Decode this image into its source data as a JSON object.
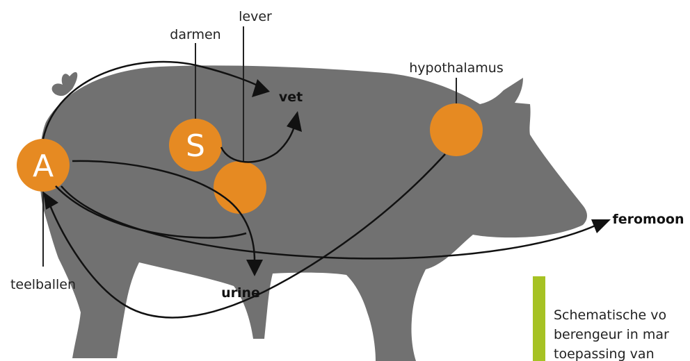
{
  "colors": {
    "pig": "#717171",
    "organ": "#e68a22",
    "arrow": "#111111",
    "accent_bar": "#a6c223",
    "text": "#222222"
  },
  "labels": {
    "darmen": "darmen",
    "lever": "lever",
    "hypothalamus": "hypothalamus",
    "teelballen": "teelballen",
    "vet": "vet",
    "urine": "urine",
    "feromoon": "feromoon"
  },
  "organs": {
    "A": "A",
    "S": "S"
  },
  "caption": {
    "text": "Schematische vo\nberengeur in mar\ntoepassing van"
  },
  "icons": {
    "pig": "pig-silhouette"
  }
}
